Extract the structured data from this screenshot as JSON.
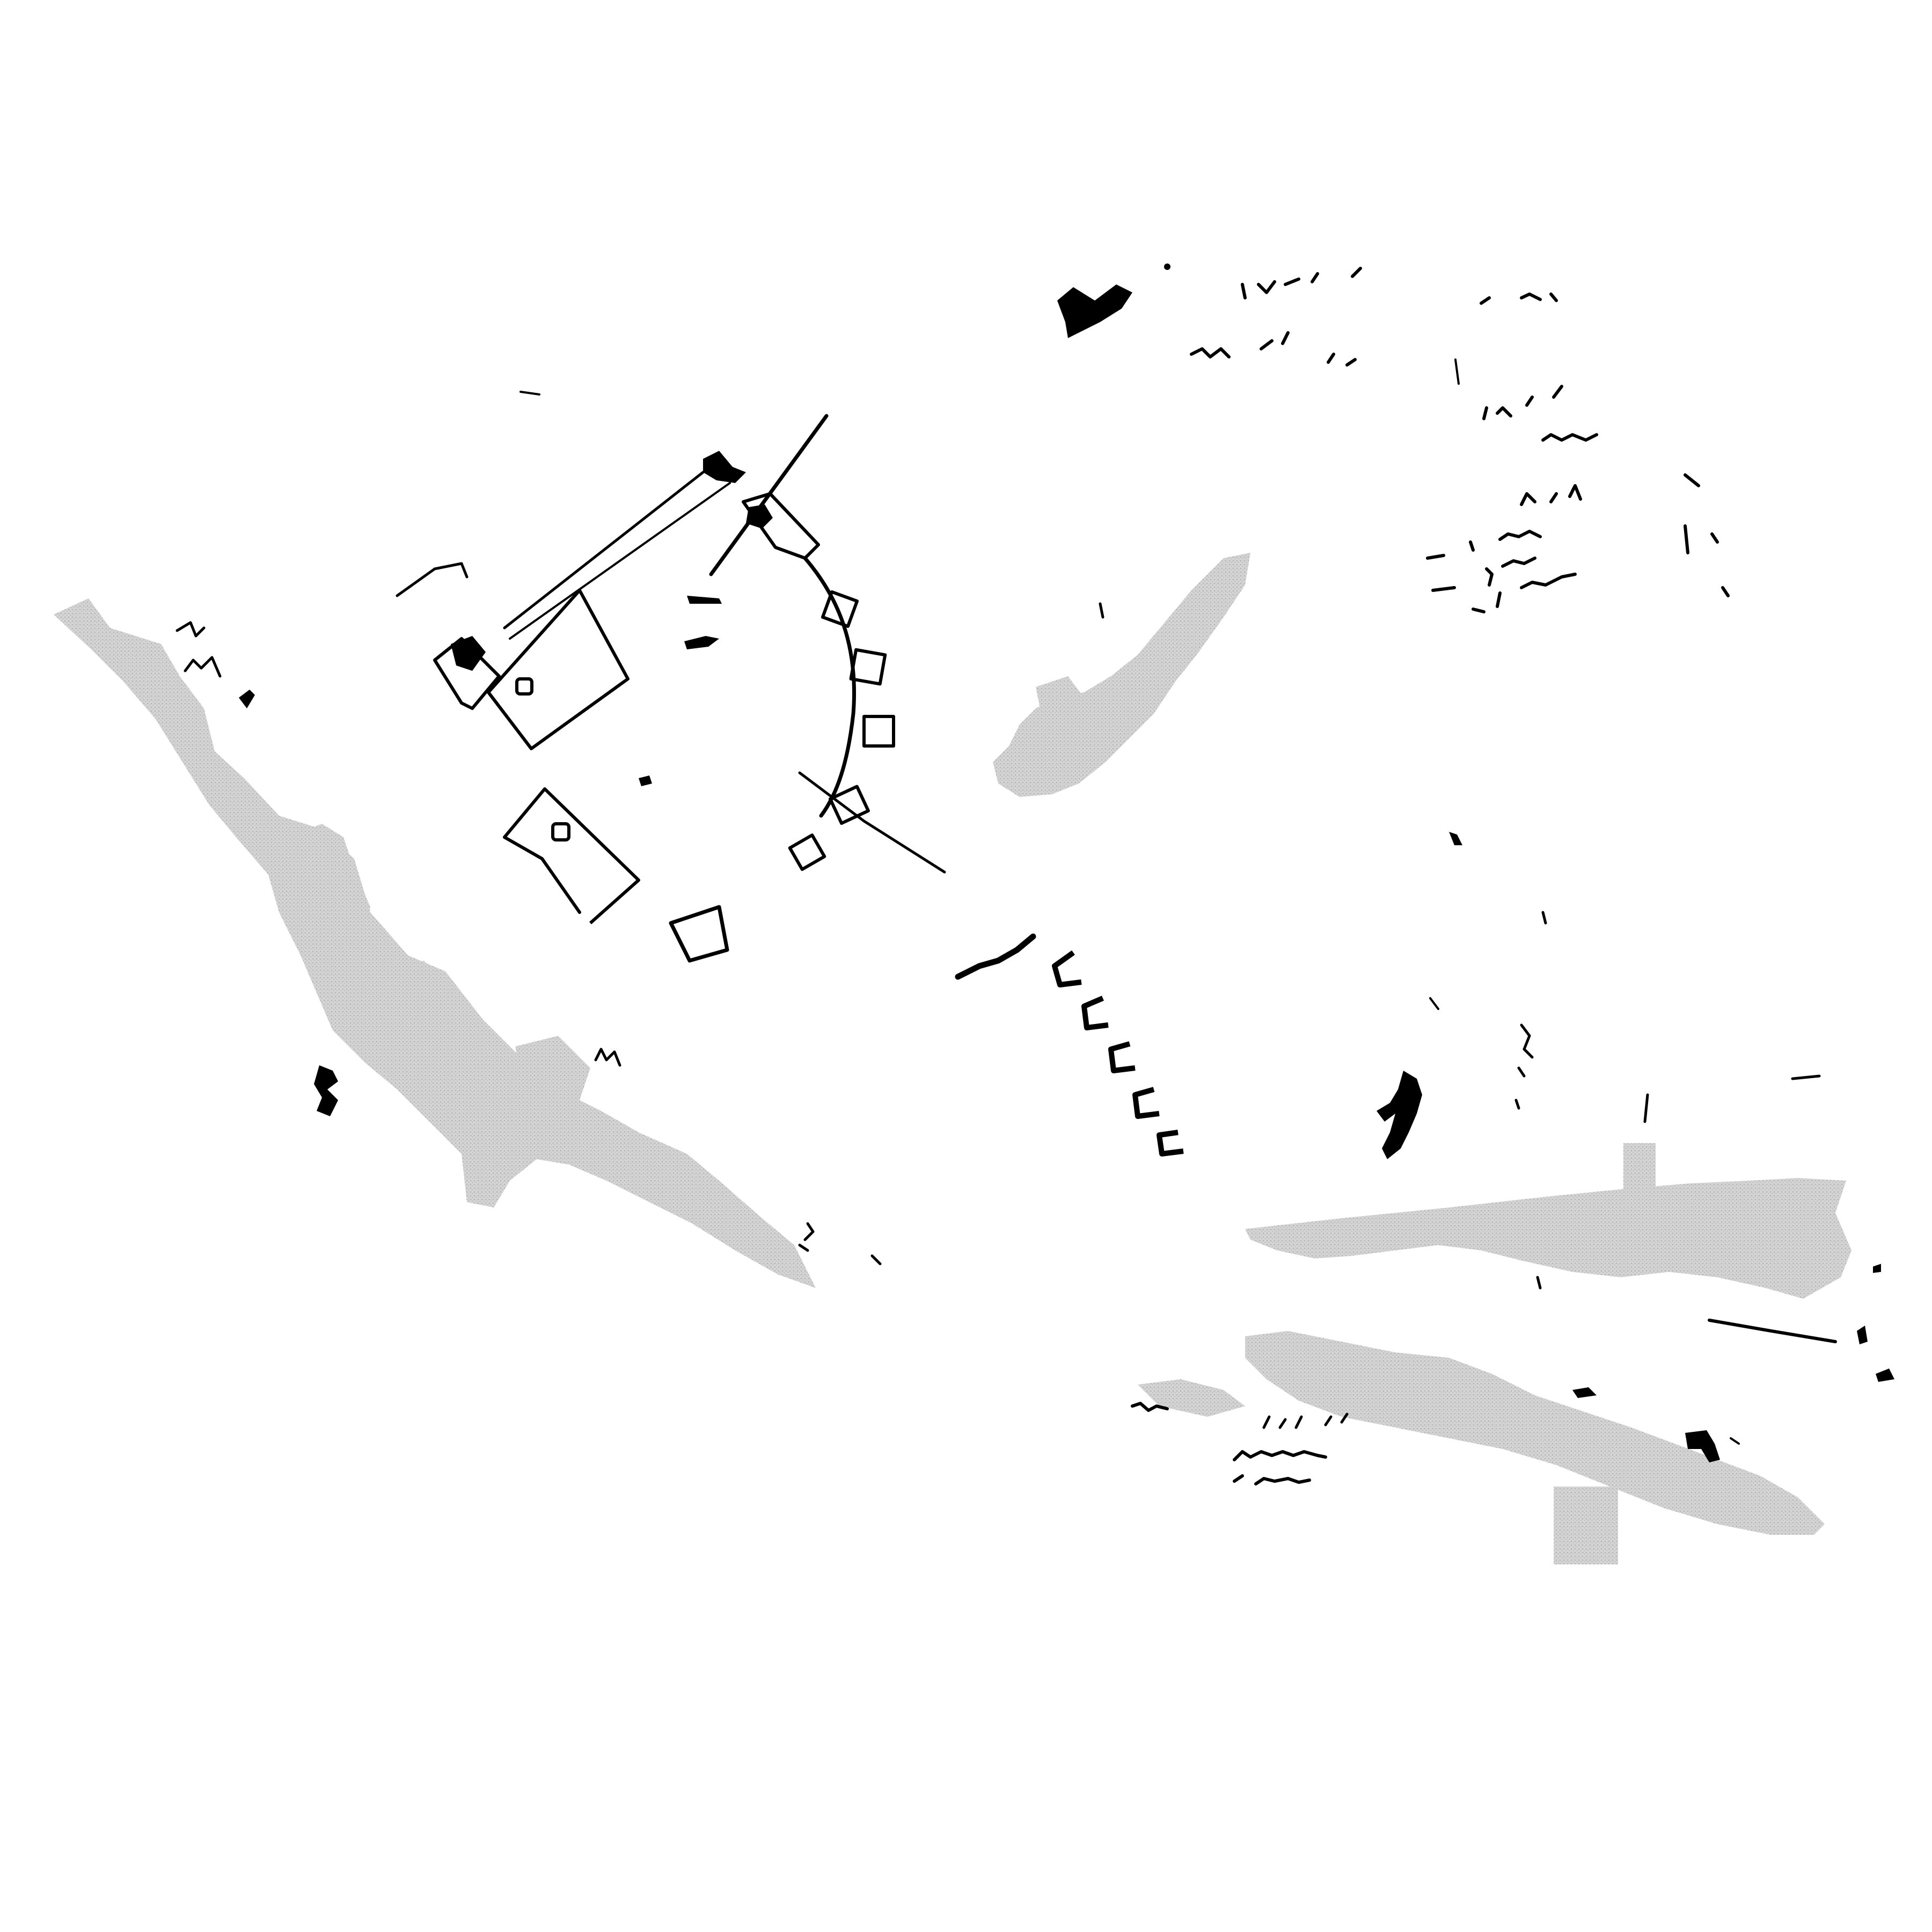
{
  "drawing": {
    "kind": "site-plan-linework",
    "printed_text": [],
    "colors": {
      "background": "#ffffff",
      "ink": "#000000",
      "shadow_tone": "#cfcfcf",
      "shadow_dots": "#b3b3b3"
    },
    "layers": [
      {
        "id": "ground-shadows",
        "tone": "stippled-grey"
      },
      {
        "id": "building-outlines",
        "tone": "black-linework"
      },
      {
        "id": "scattered-figures",
        "tone": "black-fragments"
      }
    ]
  }
}
